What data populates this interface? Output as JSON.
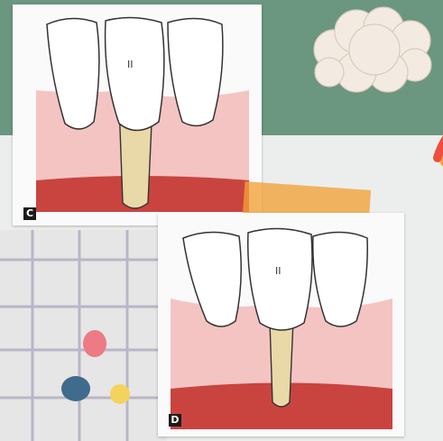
{
  "panels": [
    {
      "id": "c",
      "label": "C",
      "tooth_mark": "II"
    },
    {
      "id": "d",
      "label": "D",
      "tooth_mark": "II"
    }
  ],
  "colors": {
    "background_green": "#6b9680",
    "gum_pink": "#f4c4c3",
    "gum_dark": "#c9443f",
    "root": "#e9d9a8",
    "tape": "#f2a138",
    "rainbow": [
      "#ec4f3f",
      "#f5a03a",
      "#7dcf9a",
      "#c9a3e6"
    ],
    "dots": [
      "#ec7b86",
      "#3f6b8c",
      "#f4d35c"
    ]
  },
  "icons": [
    "cloud-icon",
    "rainbow-icon",
    "tooth-icon"
  ]
}
